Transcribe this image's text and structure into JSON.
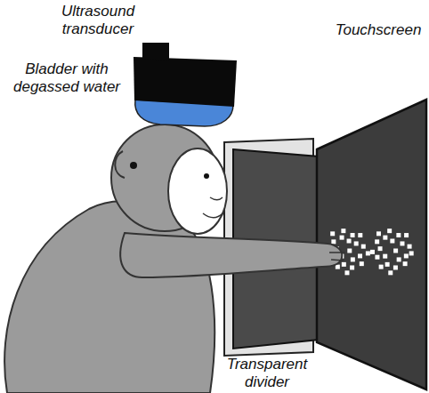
{
  "diagram": {
    "labels": [
      "Ultrasound transducer",
      "Bladder with degassed water",
      "Touchscreen",
      "Transparent divider"
    ]
  }
}
